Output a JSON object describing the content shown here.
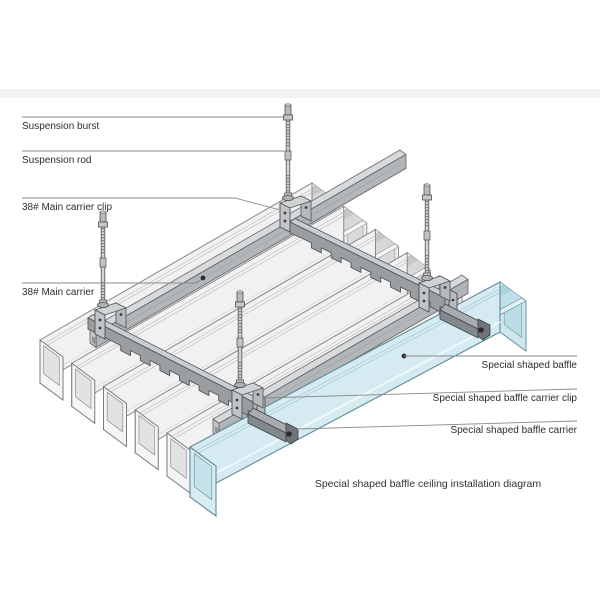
{
  "page": {
    "background": "#ffffff"
  },
  "diagram": {
    "caption": "Special shaped baffle ceiling installation diagram",
    "labels": {
      "suspension_burst": "Suspension burst",
      "suspension_rod": "Suspension rod",
      "main_carrier_clip": "38# Main carrier clip",
      "main_carrier": "38# Main carrier",
      "special_baffle": "Special shaped baffle",
      "special_baffle_carrier_clip": "Special shaped baffle carrier clip",
      "special_baffle_carrier": "Special shaped baffle carrier"
    },
    "colors": {
      "gray_baffle_face": "#f1f1f1",
      "gray_baffle_outline": "#8b8b8b",
      "special_baffle_face": "#d5ebf1",
      "special_baffle_outline": "#5f8b95",
      "carrier_side": "#9a9ea1",
      "carrier_top": "#cbced0",
      "main_carrier_side": "#b2b6b8",
      "main_carrier_top": "#d7d9da",
      "hardware_outline": "#4e5254",
      "label_text": "#2d2d2d",
      "leader_line": "#8a8a8a"
    }
  }
}
